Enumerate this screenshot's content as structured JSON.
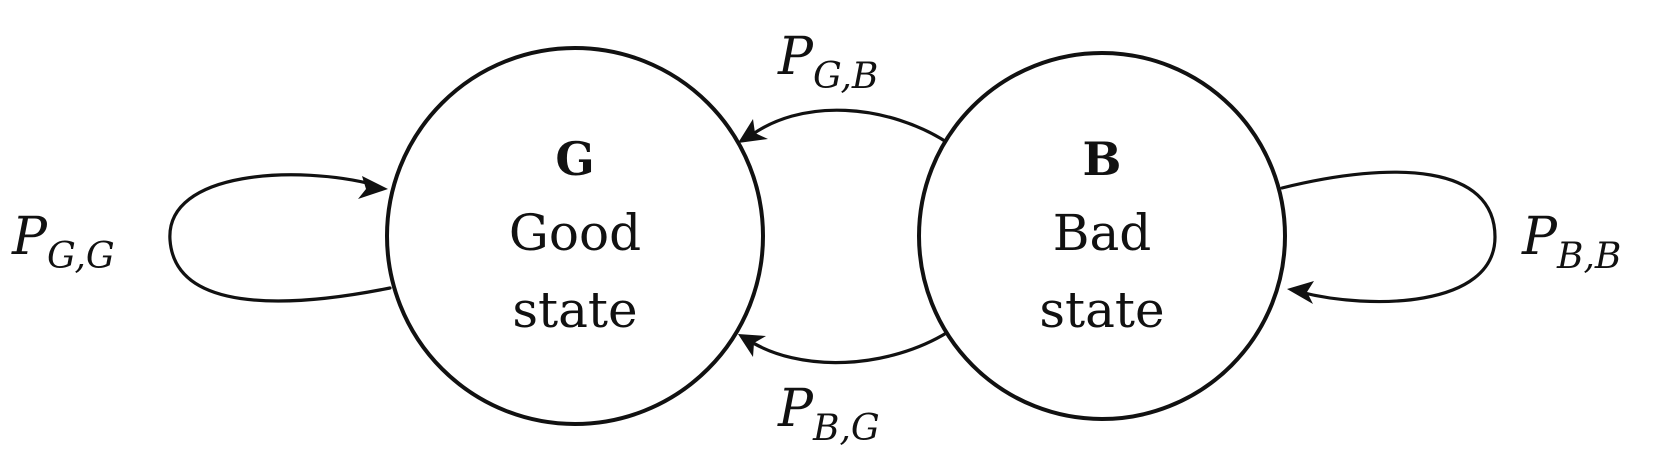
{
  "states": [
    {
      "id": "good",
      "letter": "G",
      "line1": "Good",
      "line2": "state"
    },
    {
      "id": "bad",
      "letter": "B",
      "line1": "Bad",
      "line2": "state"
    }
  ],
  "transitions": {
    "good_to_good": {
      "symbol": "P",
      "subscript": "G,G"
    },
    "good_to_bad": {
      "symbol": "P",
      "subscript": "G,B"
    },
    "bad_to_good": {
      "symbol": "P",
      "subscript": "B,G"
    },
    "bad_to_bad": {
      "symbol": "P",
      "subscript": "B,B"
    }
  }
}
